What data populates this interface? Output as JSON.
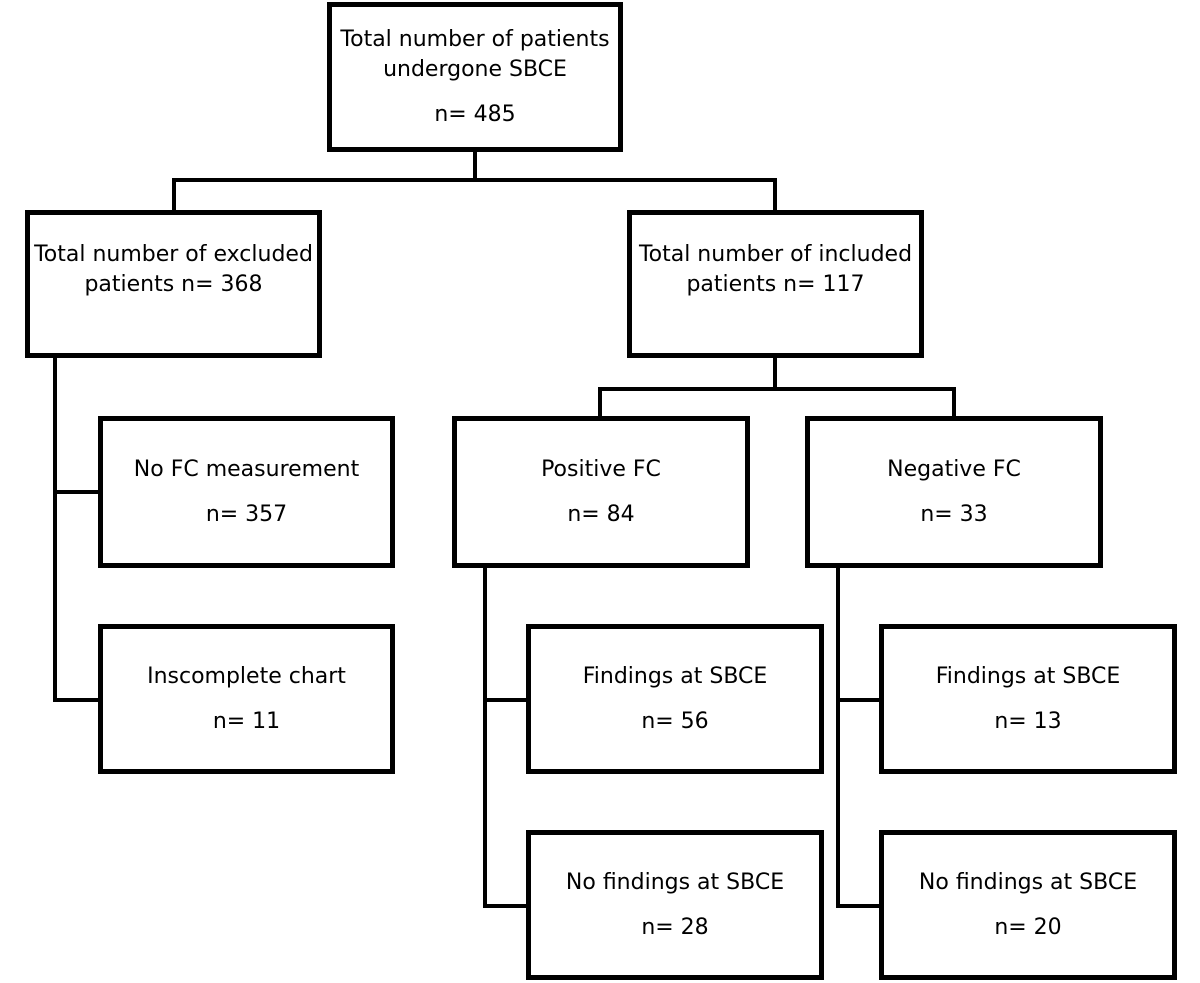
{
  "flowchart": {
    "root": {
      "line1": "Total number of patients",
      "line2": "undergone SBCE",
      "count": "n= 485"
    },
    "excluded": {
      "line1": "Total number of excluded",
      "line2": "patients n= 368"
    },
    "included": {
      "line1": "Total number of included",
      "line2": "patients n= 117"
    },
    "no_fc": {
      "label": "No FC measurement",
      "count": "n= 357"
    },
    "incomplete": {
      "label": "Inscomplete chart",
      "count": "n= 11"
    },
    "positive_fc": {
      "label": "Positive FC",
      "count": "n= 84"
    },
    "negative_fc": {
      "label": "Negative FC",
      "count": "n= 33"
    },
    "pos_findings": {
      "label": "Findings at SBCE",
      "count": "n= 56"
    },
    "pos_no_findings": {
      "label": "No findings at SBCE",
      "count": "n= 28"
    },
    "neg_findings": {
      "label": "Findings at SBCE",
      "count": "n= 13"
    },
    "neg_no_findings": {
      "label": "No findings at SBCE",
      "count": "n= 20"
    }
  }
}
